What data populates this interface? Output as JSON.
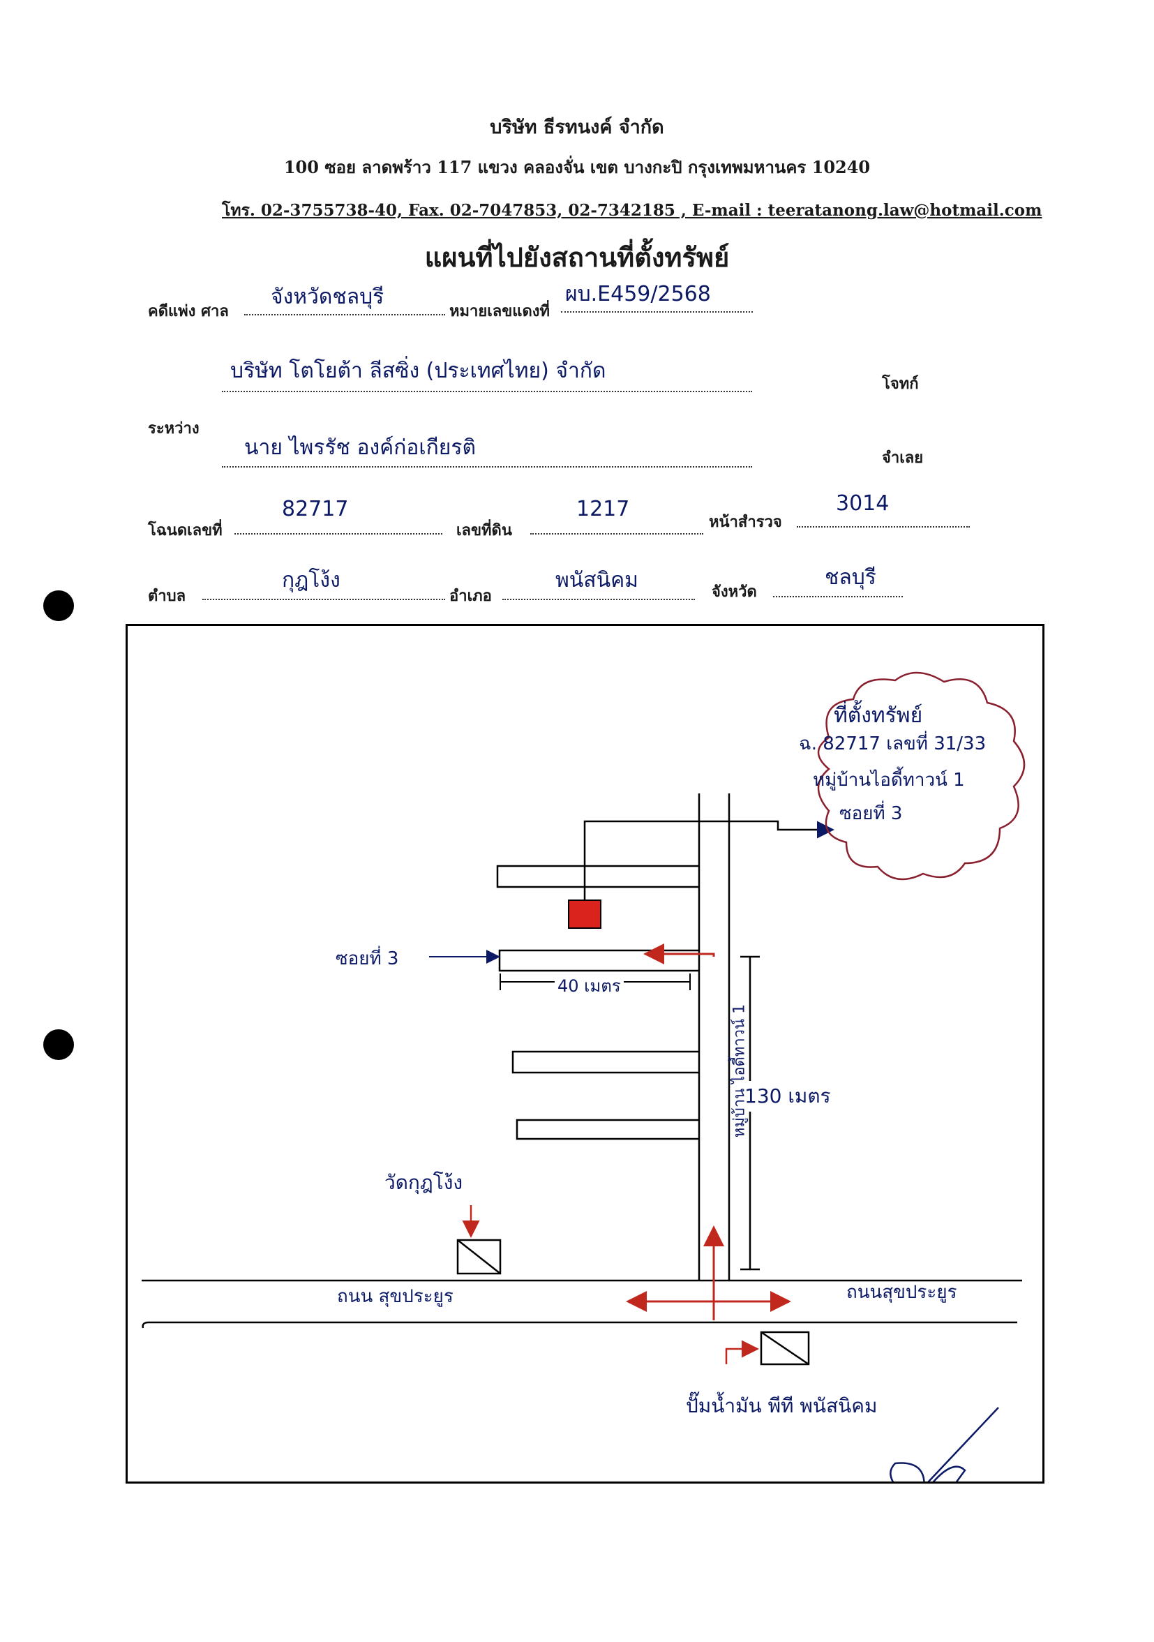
{
  "letterhead": {
    "company": "บริษัท ธีรทนงค์ จำกัด",
    "address": "100  ซอย ลาดพร้าว 117  แขวง คลองจั่น  เขต บางกะปิ  กรุงเทพมหานคร  10240",
    "contact": "โทร. 02-3755738-40, Fax. 02-7047853, 02-7342185 , E-mail : teeratanong.law@hotmail.com"
  },
  "form": {
    "title": "แผนที่ไปยังสถานที่ตั้งทรัพย์",
    "case_label": "คดีแพ่ง  ศาล",
    "court_value": "จังหวัดชลบุรี",
    "case_number_label": "หมายเลขแดงที่",
    "case_number_value": "ผบ.E459/2568",
    "between_label": "ระหว่าง",
    "plaintiff_value": "บริษัท โตโยต้า ลีสซิ่ง (ประเทศไทย) จำกัด",
    "plaintiff_label": "โจทก์",
    "defendant_value": "นาย ไพรรัช  องค์ก่อเกียรติ",
    "defendant_label": "จำเลย",
    "deed_label": "โฉนดเลขที่",
    "deed_value": "82717",
    "land_no_label": "เลขที่ดิน",
    "land_no_value": "1217",
    "survey_label": "หน้าสำรวจ",
    "survey_value": "3014",
    "subdistrict_label": "ตำบล",
    "subdistrict_value": "กุฎโง้ง",
    "district_label": "อำเภอ",
    "district_value": "พนัสนิคม",
    "province_label": "จังหวัด",
    "province_value": "ชลบุรี"
  },
  "map": {
    "cloud_lines": [
      "ที่ตั้งทรัพย์",
      "ฉ. 82717  เลขที่ 31/33",
      "หมู่บ้านไอดี้ทาวน์ 1",
      "ซอยที่ 3"
    ],
    "soi_label": "ซอยที่ 3",
    "distance_40": "40 เมตร",
    "distance_130": "130 เมตร",
    "village_road": "หมู่บ้าน ไอดี้ทาวน์ 1",
    "temple": "วัดกุฎโง้ง",
    "road_left": "ถนน สุขประยูร",
    "road_right": "ถนนสุขประยูร",
    "gas_station": "ปั๊มน้ำมัน พีที พนัสนิคม"
  },
  "colors": {
    "marker": "#d9231c",
    "arrow": "#c0281e",
    "cloud": "#8a1f2e",
    "ink": "#0c1a66"
  }
}
